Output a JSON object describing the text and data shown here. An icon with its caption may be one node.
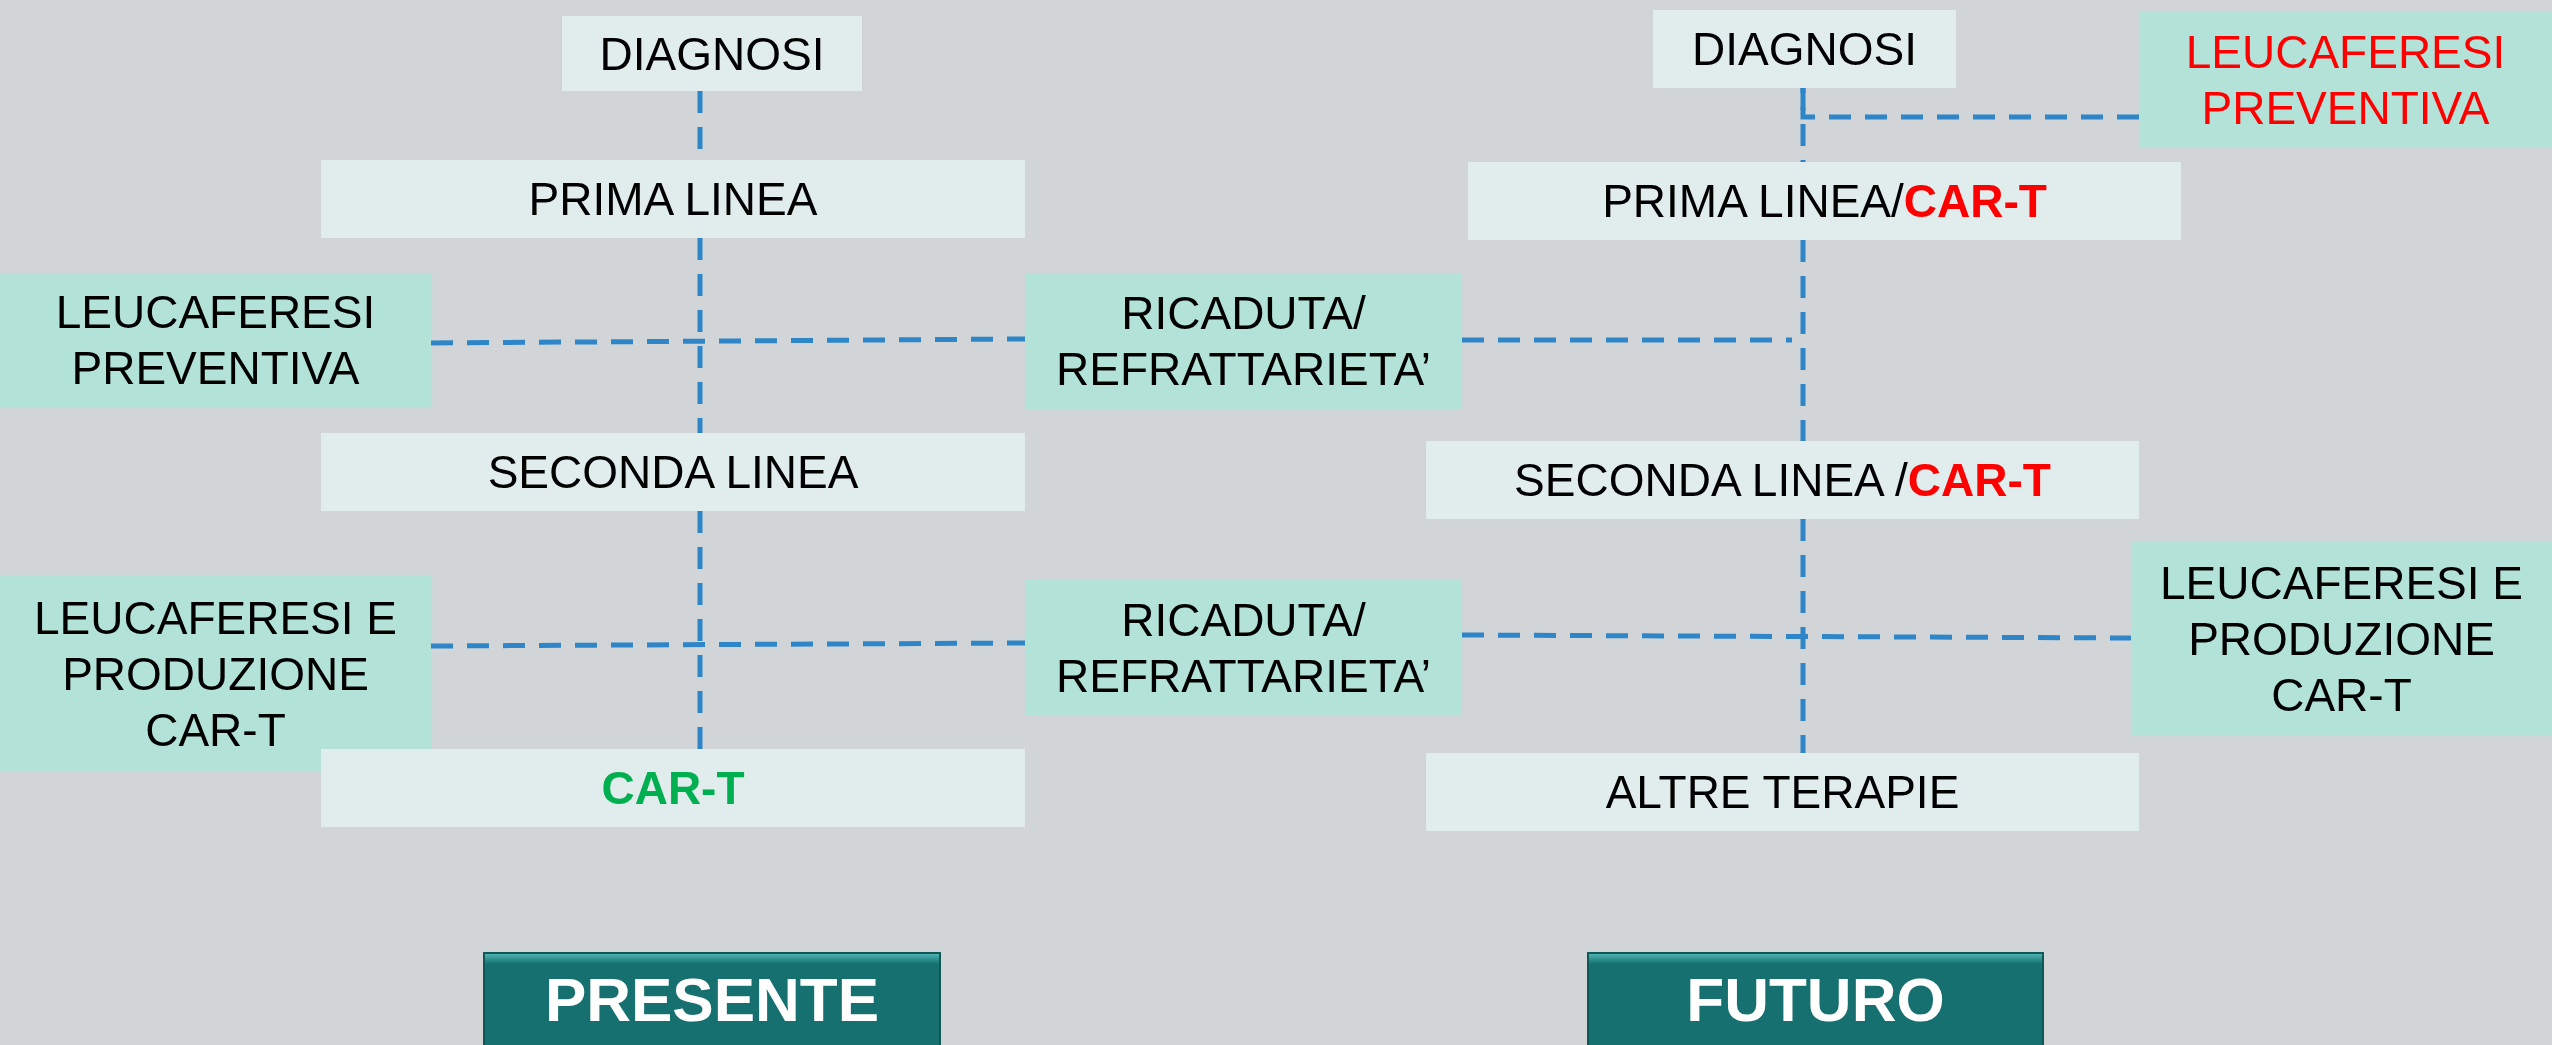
{
  "diagram": {
    "nodes": [
      {
        "text": [
          "DIAGNOSI"
        ]
      },
      {
        "text": [
          "DIAGNOSI"
        ]
      },
      {
        "text": [
          "LEUCAFERESI PREVENTIVA"
        ]
      },
      {
        "text": [
          "PRIMA LINEA"
        ]
      },
      {
        "text": [
          "PRIMA LINEA/**CAR-T**"
        ]
      },
      {
        "text": [
          "LEUCAFERESI PREVENTIVA"
        ]
      },
      {
        "text": [
          "RICADUTA/ REFRATTARIETA’"
        ]
      },
      {
        "text": [
          "SECONDA LINEA"
        ]
      },
      {
        "text": [
          "SECONDA LINEA /**CAR-T**"
        ]
      },
      {
        "text": [
          "LEUCAFERESI E PRODUZIONE CAR-T"
        ]
      },
      {
        "text": [
          "RICADUTA/ REFRATTARIETA’"
        ]
      },
      {
        "text": [
          "LEUCAFERESI E PRODUZIONE CAR-T"
        ]
      },
      {
        "text": [
          "CAR-T"
        ]
      },
      {
        "text": [
          "ALTRE TERAPIE"
        ]
      },
      {
        "text": [
          "PRESENTE"
        ]
      },
      {
        "text": [
          "FUTURO"
        ]
      }
    ],
    "edges": [
      {
        "from": 0,
        "to": 3,
        "arrow": "none",
        "style": "dashed"
      },
      {
        "from": 3,
        "to": 7,
        "arrow": "none",
        "style": "dashed"
      },
      {
        "from": 7,
        "to": 12,
        "arrow": "none",
        "style": "dashed"
      },
      {
        "from": 5,
        "to": 6,
        "arrow": "none",
        "style": "dashed"
      },
      {
        "from": 9,
        "to": 10,
        "arrow": "none",
        "style": "dashed"
      },
      {
        "from": 1,
        "to": 4,
        "arrow": "none",
        "style": "dashed"
      },
      {
        "from": 4,
        "to": 8,
        "arrow": "none",
        "style": "dashed"
      },
      {
        "from": 8,
        "to": 13,
        "arrow": "none",
        "style": "dashed"
      },
      {
        "from": 2,
        "to": 1,
        "arrow": "none",
        "style": "dashed"
      },
      {
        "from": 6,
        "to": null,
        "arrow": "none",
        "style": "dashed"
      },
      {
        "from": 10,
        "to": 11,
        "arrow": "none",
        "style": "dashed"
      }
    ]
  }
}
